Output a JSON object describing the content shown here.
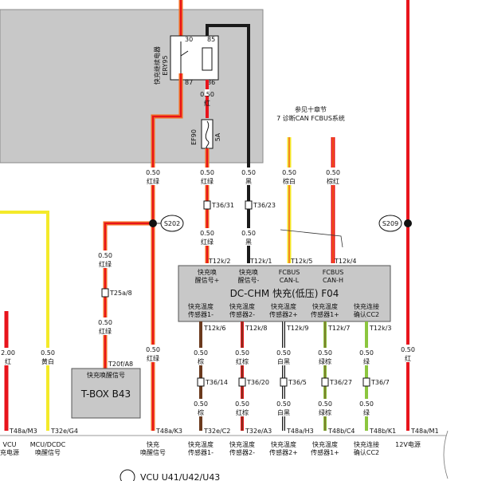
{
  "relay": {
    "name": "快充继续电器",
    "code": "ERY95",
    "pin_top_left": "30",
    "pin_top_right": "85",
    "pin_bot_left": "87",
    "pin_bot_right": "86"
  },
  "fuse": {
    "code": "EF90",
    "rating": "5A"
  },
  "top_wire": {
    "gauge": "0.50",
    "color": "红"
  },
  "reference": {
    "line1": "参见十章节",
    "line2": "7 诊断CAN FCBUS系统"
  },
  "wires_row1": [
    {
      "gauge": "0.50",
      "color": "红绿"
    },
    {
      "gauge": "0.50",
      "color": "红绿"
    },
    {
      "gauge": "0.50",
      "color": "黑"
    },
    {
      "gauge": "0.50",
      "color": "棕白"
    },
    {
      "gauge": "0.50",
      "color": "棕红"
    }
  ],
  "connector_t36_31": "T36/31",
  "connector_t36_23": "T36/23",
  "wires_row2": [
    {
      "gauge": "0.50",
      "color": "红绿"
    },
    {
      "gauge": "0.50",
      "color": "黑"
    }
  ],
  "splices": {
    "s202": "S202",
    "s209": "S209"
  },
  "dcchm": {
    "title": "DC-CHM 快充(低压) F04",
    "top_pins": [
      "T12k/2",
      "T12k/1",
      "T12k/5",
      "T12k/4"
    ],
    "top_labels": [
      [
        "快充唤",
        "醒信号+"
      ],
      [
        "快充唤",
        "醒信号-"
      ],
      [
        "FCBUS",
        "CAN-L"
      ],
      [
        "FCBUS",
        "CAN-H"
      ]
    ],
    "bottom_labels": [
      [
        "快充温度",
        "传感器1-"
      ],
      [
        "快充温度",
        "传感器2-"
      ],
      [
        "快充温度",
        "传感器2+"
      ],
      [
        "快充温度",
        "传感器1+"
      ],
      [
        "快充连接",
        "确认CC2"
      ]
    ],
    "bottom_pins": [
      "T12k/6",
      "T12k/8",
      "T12k/9",
      "T12k/7",
      "T12k/3"
    ]
  },
  "sensor_wires": [
    {
      "gauge": "0.50",
      "color": "棕"
    },
    {
      "gauge": "0.50",
      "color": "红棕"
    },
    {
      "gauge": "0.50",
      "color": "白黑"
    },
    {
      "gauge": "0.50",
      "color": "绿棕"
    },
    {
      "gauge": "0.50",
      "color": "绿"
    }
  ],
  "sensor_connectors": [
    "T36/14",
    "T36/20",
    "T36/5",
    "T36/27",
    "T36/7"
  ],
  "sensor_wires_lower": [
    {
      "gauge": "0.50",
      "color": "棕"
    },
    {
      "gauge": "0.50",
      "color": "红棕"
    },
    {
      "gauge": "0.50",
      "color": "白黑"
    },
    {
      "gauge": "0.50",
      "color": "绿棕"
    },
    {
      "gauge": "0.50",
      "color": "绿"
    }
  ],
  "tbox_branch": {
    "wire1": {
      "gauge": "0.50",
      "color": "红绿"
    },
    "connector1": "T25a/8",
    "wire2": {
      "gauge": "0.50",
      "color": "红绿"
    },
    "connector2": "T20f/A8"
  },
  "tbox": {
    "signal": "快充唤醒信号",
    "name": "T-BOX B43"
  },
  "mid_wire": {
    "gauge": "0.50",
    "color": "红绿"
  },
  "right_wire": {
    "gauge": "0.50",
    "color": "红"
  },
  "left_wires": [
    {
      "gauge": "2.00",
      "color": "红"
    },
    {
      "gauge": "0.50",
      "color": "黄白"
    }
  ],
  "bottom_connectors": [
    "T48a/M3",
    "T32e/G4",
    "T48a/K3",
    "T32e/C2",
    "T32e/A3",
    "T48a/H3",
    "T48b/C4",
    "T48b/K1",
    "T48a/M1"
  ],
  "bottom_labels": [
    [
      "VCU",
      "充电源"
    ],
    [
      "MCU/DCDC",
      "唤醒信号"
    ],
    [
      "快充",
      "唤醒信号"
    ],
    [
      "快充温度",
      "传感器1-"
    ],
    [
      "快充温度",
      "传感器2-"
    ],
    [
      "快充温度",
      "传感器2+"
    ],
    [
      "快充温度",
      "传感器1+"
    ],
    [
      "快充连接",
      "确认CC2"
    ],
    [
      "12V电源",
      ""
    ]
  ],
  "footer_text": "VCU U41/U42/U43",
  "colors": {
    "red": "#e8141c",
    "orange": "#f26722",
    "black": "#1a1a1a",
    "yellow": "#f4ea2a",
    "brown": "#6b3a1e",
    "green": "#8cc63f",
    "grey": "#c8c8c8"
  }
}
